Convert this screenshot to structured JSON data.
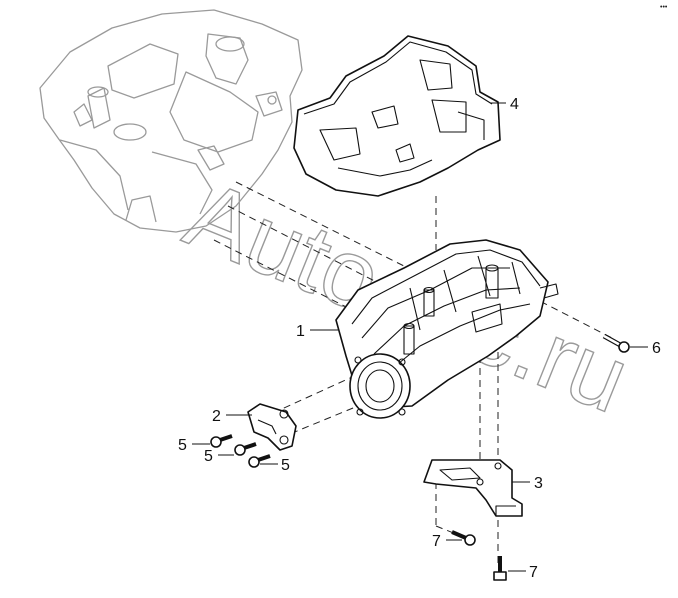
{
  "watermark": "Autodoc.ru",
  "corner_mark": "•••",
  "callouts": [
    {
      "id": "1",
      "label": "1"
    },
    {
      "id": "2",
      "label": "2"
    },
    {
      "id": "3",
      "label": "3"
    },
    {
      "id": "4",
      "label": "4"
    },
    {
      "id": "5a",
      "label": "5"
    },
    {
      "id": "5b",
      "label": "5"
    },
    {
      "id": "5c",
      "label": "5"
    },
    {
      "id": "6",
      "label": "6"
    },
    {
      "id": "7a",
      "label": "7"
    },
    {
      "id": "7b",
      "label": "7"
    }
  ],
  "parts": {
    "engine": "engine-block-ghost",
    "manifold": "intake-manifold",
    "cover": "engine-cover",
    "bracket_left": "throttle-bracket",
    "bracket_right": "manifold-support-bracket",
    "bolts": "bolt"
  }
}
